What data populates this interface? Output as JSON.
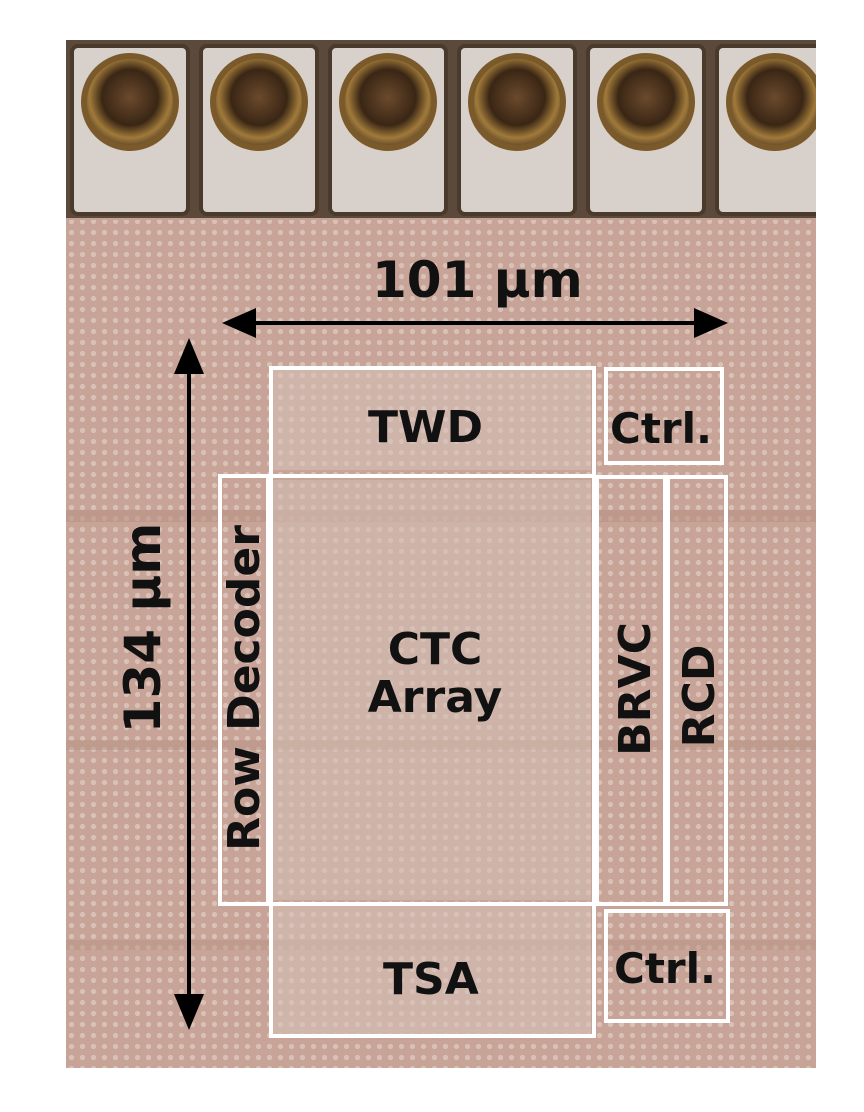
{
  "dimensions": {
    "width_label": "101 µm",
    "height_label": "134 µm"
  },
  "blocks": {
    "twd": "TWD",
    "ctrl_top": "Ctrl.",
    "row_decoder": "Row Decoder",
    "ctc_line1": "CTC",
    "ctc_line2": "Array",
    "brvc": "BRVC",
    "rcd": "RCD",
    "tsa": "TSA",
    "ctrl_bottom": "Ctrl."
  },
  "colors": {
    "die_base": "#c9a79a",
    "dot": "#e6d3c9",
    "pad_frame": "#d9d2cc",
    "pad_ring": "#8a6a2e",
    "pad_hole": "#3a2a1c",
    "block_outline": "#ffffff",
    "arrow": "#000000"
  }
}
